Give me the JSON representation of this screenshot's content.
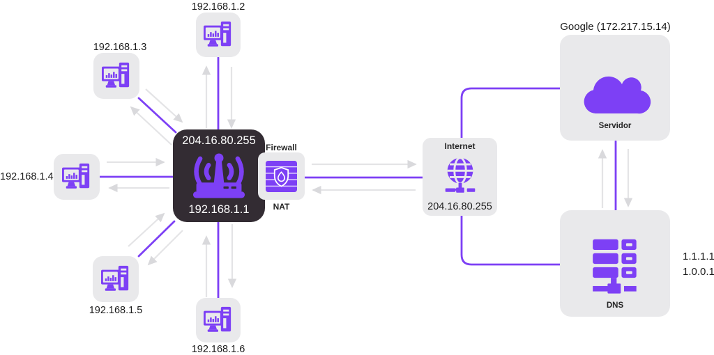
{
  "colors": {
    "accent": "#7d40f5",
    "router_bg": "#332c33",
    "node_bg": "#e9e9eb",
    "arrow_gray": "#e2e2e5",
    "text": "#1c1c1c"
  },
  "lan": {
    "hosts": [
      {
        "id": "pc2",
        "ip": "192.168.1.2"
      },
      {
        "id": "pc3",
        "ip": "192.168.1.3"
      },
      {
        "id": "pc4",
        "ip": "192.168.1.4"
      },
      {
        "id": "pc5",
        "ip": "192.168.1.5"
      },
      {
        "id": "pc6",
        "ip": "192.168.1.6"
      }
    ]
  },
  "router": {
    "wan_ip": "204.16.80.255",
    "lan_ip": "192.168.1.1"
  },
  "firewall": {
    "label": "Firewall",
    "sublabel": "NAT"
  },
  "internet": {
    "label": "Internet",
    "ip": "204.16.80.255"
  },
  "google": {
    "title": "Google (172.217.15.14)",
    "role": "Servidor"
  },
  "dns": {
    "label": "DNS",
    "ips": [
      "1.1.1.1",
      "1.0.0.1"
    ]
  }
}
